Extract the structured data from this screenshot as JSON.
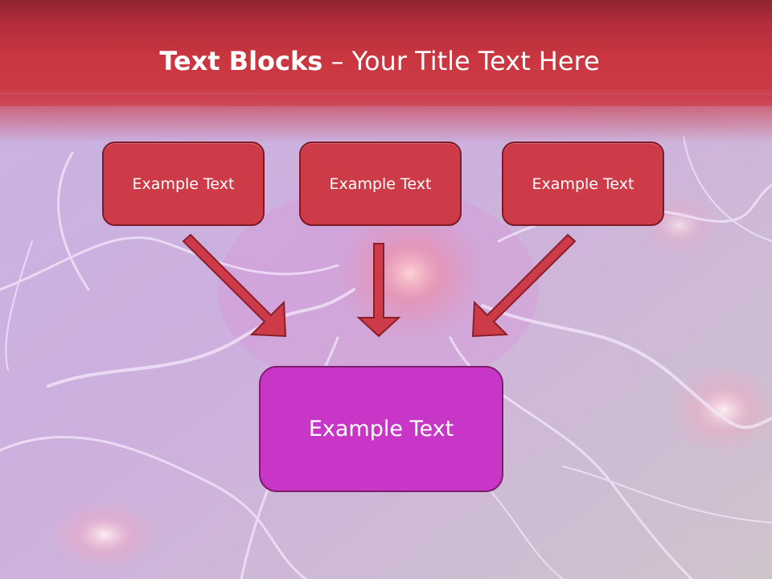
{
  "slide": {
    "title_bold": "Text Blocks",
    "title_rest": " – Your Title Text Here"
  },
  "diagram": {
    "boxes": [
      {
        "id": "box-1",
        "text": "Example Text"
      },
      {
        "id": "box-2",
        "text": "Example Text"
      },
      {
        "id": "box-3",
        "text": "Example Text"
      }
    ],
    "target": {
      "text": "Example Text"
    }
  },
  "colors": {
    "title_bar": "#c9363f",
    "top_box_fill": "#cd3b49",
    "top_box_border": "#7d1a25",
    "target_fill": "#c836c8",
    "arrow_fill": "#cd3b49",
    "arrow_stroke": "#8a1f2c"
  }
}
